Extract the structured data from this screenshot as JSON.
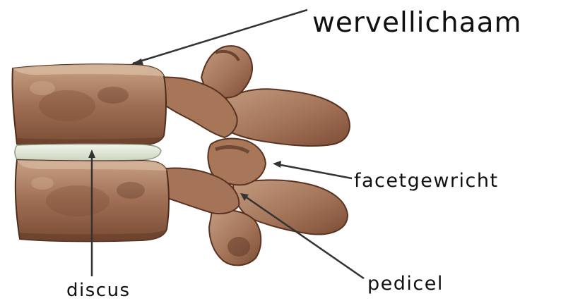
{
  "labels": {
    "vertebral_body": "wervellichaam",
    "facet_joint": "facetgewricht",
    "pedicle": "pedicel",
    "disc": "discus"
  },
  "colors": {
    "bone_light": "#c9a489",
    "bone_mid": "#9c6c52",
    "bone_dark": "#6b412c",
    "bone_shadow": "#4e2c1c",
    "disc": "#e4eadc",
    "pointer": "#333333",
    "text": "#111111"
  }
}
